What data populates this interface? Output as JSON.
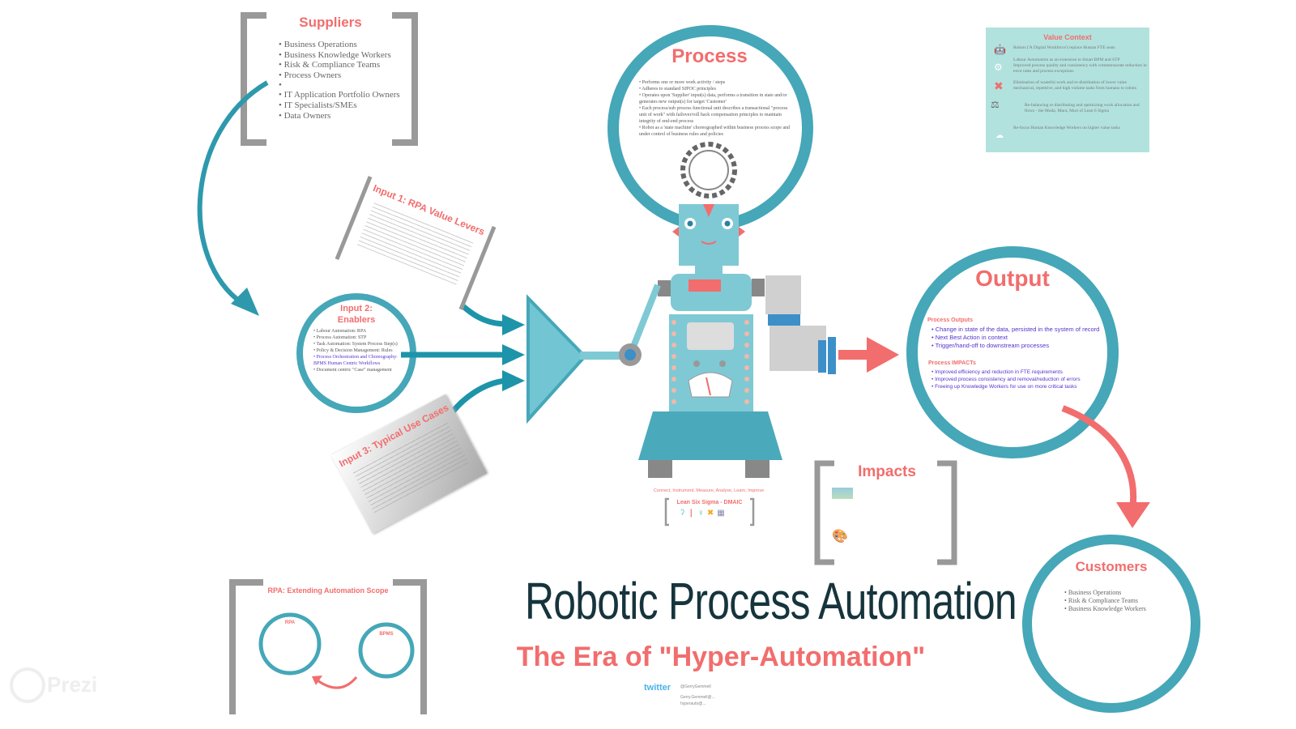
{
  "suppliers": {
    "title": "Suppliers",
    "items": [
      "Business Operations",
      "Business Knowledge Workers",
      "Risk & Compliance Teams",
      "Process Owners"
    ],
    "items2": [
      "IT Application Portfolio Owners",
      "IT Specialists/SMEs",
      "Data Owners"
    ]
  },
  "input1": {
    "title": "Input 1: RPA Value Levers"
  },
  "input2": {
    "title": "Input 2: Enablers",
    "items": [
      "Labour Automation: RPA",
      "Process Automation: STP",
      "Task Automation: System Process Step(s)",
      "Policy & Decision Management: Rules",
      "Process Orchestration and Choreography: BPMS Human Centric Workflows",
      "Document centric \"Case\" management"
    ]
  },
  "input3": {
    "title": "Input 3: Typical Use Cases"
  },
  "process": {
    "title": "Process",
    "items": [
      "Performs one or more work activity / steps",
      "Adheres to standard SIPOC principles",
      "Operates upon 'Supplier' input(s) data, performs a transition in state and/or generates new output(s) for target 'Customer'",
      "Each process/sub process functional unit describes a transactional \"process unit of work\" with failover/roll back compensation principles to maintain integrity of end-end process",
      "Robot as a 'state machine' choreographed within business process scope and under control of business rules and policies"
    ]
  },
  "output": {
    "title": "Output",
    "outputs_heading": "Process Outputs",
    "outputs": [
      "Change in state of the data, persisted in the system of record",
      "Next Best Action in context",
      "Trigger/hand-off to downstream processes"
    ],
    "impacts_heading": "Process IMPACTs",
    "impacts": [
      "Improved efficiency and reduction in FTE requirements",
      "Improved process consistency and removal/reduction of errors",
      "Freeing up Knowledge Workers for use on more critical tasks"
    ]
  },
  "customers": {
    "title": "Customers",
    "items": [
      "Business Operations",
      "Risk & Compliance Teams",
      "Business Knowledge Workers"
    ]
  },
  "impacts": {
    "title": "Impacts"
  },
  "value_context": {
    "title": "Value Context",
    "items": [
      "Robots ('A Digital Workforce') replace Human FTE seats",
      "Labour Automation as an extension to Smart BPM and STP",
      "Improved process quality and consistency with commensurate reduction in error rates and process exceptions",
      "Elimination of wasteful work and re-distribution of lower value mechanical, repetitive, and high volume tasks from humans to robots",
      "Re-balancing or distributing and optimizing work allocation and flows - the Muda, Mura, Muri of Lean 6 Sigma",
      "Re-focus Human Knowledge Workers on higher value tasks"
    ]
  },
  "dmaic": {
    "caption": "Connect, Instrument, Measure, Analyse, Learn, Improve",
    "title": "Lean Six Sigma - DMAIC"
  },
  "rpa_scope": {
    "title": "RPA: Extending Automation Scope",
    "rpa": "RPA",
    "bpms": "BPMS"
  },
  "main_title": "Robotic Process Automation",
  "subtitle": "The Era of \"Hyper-Automation\"",
  "contact": {
    "twitter_logo": "twitter",
    "twitter": "@GerryGemmell",
    "email1": "Gerry.Gemmell@...",
    "email2": "hyperauto@..."
  },
  "prezi_logo": "Prezi",
  "colors": {
    "teal": "#45a7b8",
    "red": "#f26d6d",
    "robot": "#7fc9d5",
    "navy": "#16343c",
    "value_bg": "#b2e2de"
  }
}
